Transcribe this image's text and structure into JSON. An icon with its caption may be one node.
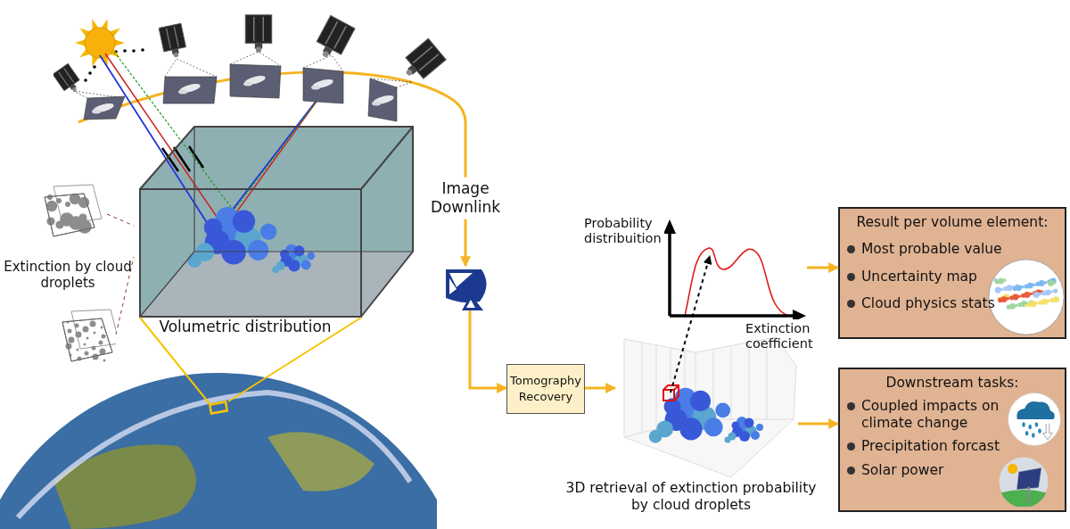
{
  "diagram": {
    "nodes": [
      {
        "text": [],
        "shape": "picture"
      },
      {
        "text": [],
        "shape": "picture",
        "beside": [
          "Volumetric distribution"
        ]
      },
      {
        "text": [],
        "shape": "picture"
      },
      {
        "text": [],
        "shape": "picture"
      },
      {
        "text": [],
        "shape": "picture"
      },
      {
        "text": [
          "Tomography Recovery"
        ]
      },
      {
        "text": [],
        "shape": "picture",
        "beside": [
          "3D retrieval of extinction probability by cloud droplets"
        ]
      },
      {
        "text": [],
        "shape": "picture",
        "beside": [
          "Probability distribuition",
          "Extinction coefficient"
        ]
      },
      {
        "text": [
          "Result per volume element:",
          "Most probable value",
          "Uncertainty map",
          "Cloud physics stats"
        ]
      },
      {
        "text": [
          "Downstream tasks:",
          "Coupled impacts on climate change",
          "Precipitation forcast",
          "Solar power"
        ]
      },
      {
        "text": [],
        "shape": "picture"
      }
    ],
    "edges": [
      {
        "from": 0,
        "to": 4,
        "arrow": "to",
        "label": "Image Downlink"
      },
      {
        "from": 4,
        "to": 5,
        "arrow": "to"
      },
      {
        "from": 5,
        "to": 6,
        "arrow": "to"
      },
      {
        "from": 6,
        "to": 7,
        "arrow": "to",
        "style": "dashed",
        "color": "#000000"
      },
      {
        "from": 7,
        "to": 8,
        "arrow": "to"
      },
      {
        "from": 6,
        "to": 9,
        "arrow": "to"
      },
      {
        "from": 2,
        "to": 1,
        "arrow": "none",
        "style": "dashed",
        "color": "#8b3a3a"
      },
      {
        "from": 3,
        "to": 1,
        "arrow": "none",
        "style": "dashed",
        "color": "#8b3a3a"
      },
      {
        "from": 1,
        "to": 10,
        "arrow": "none",
        "color": "#f6c400"
      },
      {
        "from": 1,
        "to": 10,
        "arrow": "none",
        "color": "#f6c400"
      }
    ],
    "labels": [
      "Extinction by cloud droplets"
    ]
  }
}
